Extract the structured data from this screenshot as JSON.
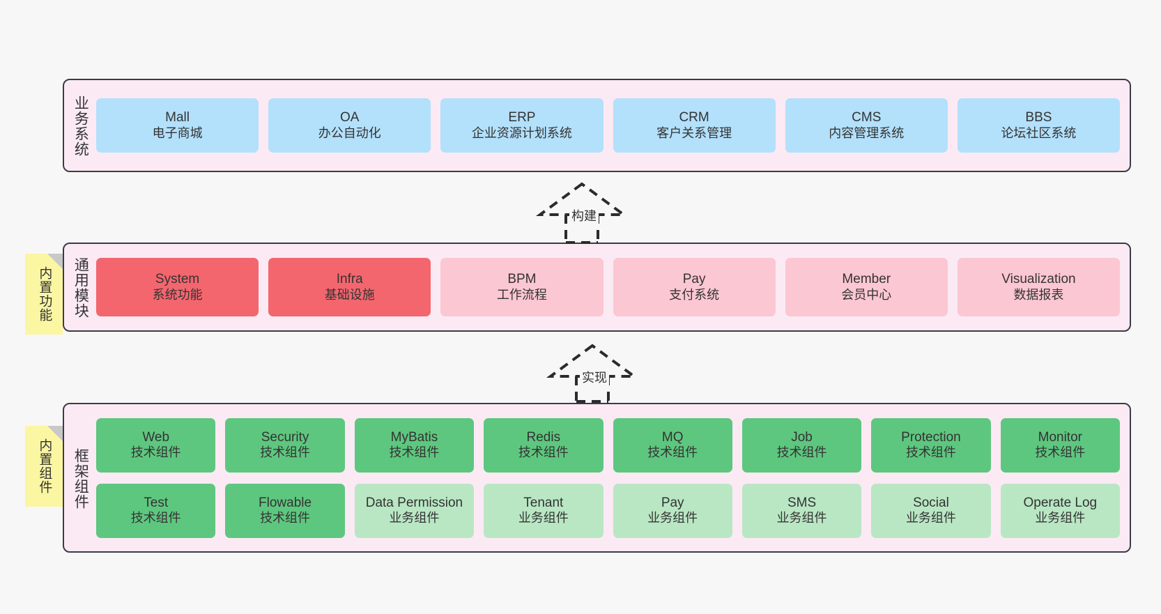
{
  "diagram": {
    "background": "#f7f7f7",
    "layer_fill": "#fbeaf4",
    "layer_border": "#3b3b47",
    "note_fill": "#fbf6a2"
  },
  "layers": [
    {
      "id": "business-systems",
      "label": "业务系统",
      "note": null,
      "rows": [
        {
          "color": "#b3e0fb",
          "color_name": "blue",
          "nodes": [
            {
              "name": "Mall",
              "desc": "电子商城"
            },
            {
              "name": "OA",
              "desc": "办公自动化"
            },
            {
              "name": "ERP",
              "desc": "企业资源计划系统"
            },
            {
              "name": "CRM",
              "desc": "客户关系管理"
            },
            {
              "name": "CMS",
              "desc": "内容管理系统"
            },
            {
              "name": "BBS",
              "desc": "论坛社区系统"
            }
          ]
        }
      ]
    },
    {
      "id": "common-modules",
      "label": "通用模块",
      "note": "内置功能",
      "rows": [
        {
          "nodes": [
            {
              "name": "System",
              "desc": "系统功能",
              "color": "#f4666e",
              "color_name": "red"
            },
            {
              "name": "Infra",
              "desc": "基础设施",
              "color": "#f4666e",
              "color_name": "red"
            },
            {
              "name": "BPM",
              "desc": "工作流程",
              "color": "#fbc7d2",
              "color_name": "pink"
            },
            {
              "name": "Pay",
              "desc": "支付系统",
              "color": "#fbc7d2",
              "color_name": "pink"
            },
            {
              "name": "Member",
              "desc": "会员中心",
              "color": "#fbc7d2",
              "color_name": "pink"
            },
            {
              "name": "Visualization",
              "desc": "数据报表",
              "color": "#fbc7d2",
              "color_name": "pink"
            }
          ]
        }
      ]
    },
    {
      "id": "framework-components",
      "label": "框架组件",
      "note": "内置组件",
      "rows": [
        {
          "color": "#5ec77f",
          "color_name": "green",
          "nodes": [
            {
              "name": "Web",
              "desc": "技术组件"
            },
            {
              "name": "Security",
              "desc": "技术组件"
            },
            {
              "name": "MyBatis",
              "desc": "技术组件"
            },
            {
              "name": "Redis",
              "desc": "技术组件"
            },
            {
              "name": "MQ",
              "desc": "技术组件"
            },
            {
              "name": "Job",
              "desc": "技术组件"
            },
            {
              "name": "Protection",
              "desc": "技术组件"
            },
            {
              "name": "Monitor",
              "desc": "技术组件"
            }
          ]
        },
        {
          "nodes": [
            {
              "name": "Test",
              "desc": "技术组件",
              "color": "#5ec77f",
              "color_name": "green"
            },
            {
              "name": "Flowable",
              "desc": "技术组件",
              "color": "#5ec77f",
              "color_name": "green"
            },
            {
              "name": "Data Permission",
              "desc": "业务组件",
              "color": "#b9e7c4",
              "color_name": "lightgreen"
            },
            {
              "name": "Tenant",
              "desc": "业务组件",
              "color": "#b9e7c4",
              "color_name": "lightgreen"
            },
            {
              "name": "Pay",
              "desc": "业务组件",
              "color": "#b9e7c4",
              "color_name": "lightgreen"
            },
            {
              "name": "SMS",
              "desc": "业务组件",
              "color": "#b9e7c4",
              "color_name": "lightgreen"
            },
            {
              "name": "Social",
              "desc": "业务组件",
              "color": "#b9e7c4",
              "color_name": "lightgreen"
            },
            {
              "name": "Operate Log",
              "desc": "业务组件",
              "color": "#b9e7c4",
              "color_name": "lightgreen"
            }
          ]
        }
      ]
    }
  ],
  "connectors": [
    {
      "id": "build",
      "label": "构建",
      "from": "common-modules",
      "to": "business-systems",
      "style": "dashed-generalization"
    },
    {
      "id": "implement",
      "label": "实现",
      "from": "framework-components",
      "to": "common-modules",
      "style": "dashed-generalization"
    }
  ]
}
